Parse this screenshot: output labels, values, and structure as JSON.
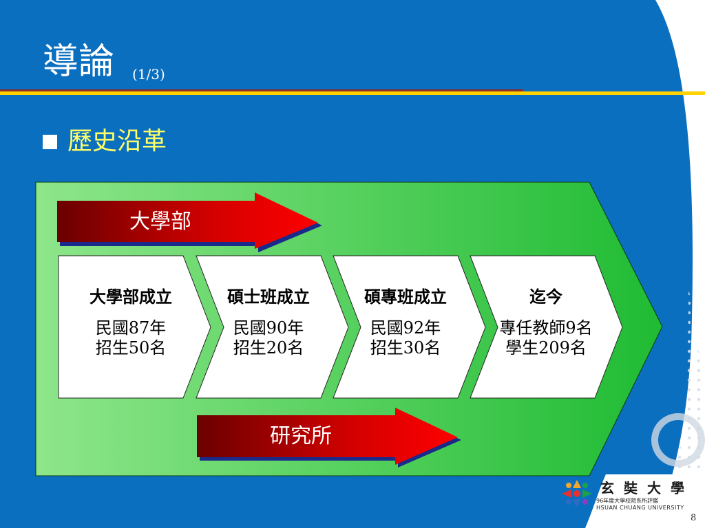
{
  "slide": {
    "title": "導論",
    "title_page": "(1/3)",
    "bullet": "歷史沿革",
    "page_number": "8"
  },
  "diagram": {
    "arrow_top_label": "大學部",
    "arrow_bottom_label": "研究所",
    "stages": [
      {
        "title": "大學部成立",
        "line1": "民國87年",
        "line2": "招生50名"
      },
      {
        "title": "碩士班成立",
        "line1": "民國90年",
        "line2": "招生20名"
      },
      {
        "title": "碩專班成立",
        "line1": "民國92年",
        "line2": "招生30名"
      },
      {
        "title": "迄今",
        "line1": "專任教師9名",
        "line2": "學生209名"
      }
    ]
  },
  "logo": {
    "name": "玄奘大學",
    "subtitle": "96年度大學校院系所評鑑",
    "english": "HSUAN CHUANG UNIVERSITY"
  },
  "colors": {
    "background_blue": "#0b6fc0",
    "accent_line": "#ffd200",
    "arrow_red": "#e00000",
    "panel_green": "#27c13b"
  }
}
